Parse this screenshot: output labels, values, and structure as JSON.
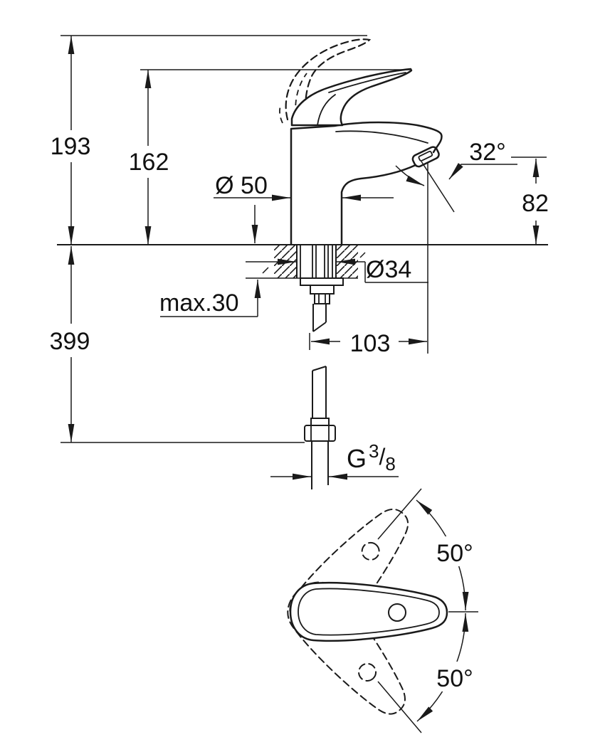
{
  "drawing": {
    "type": "technical-dimension-drawing",
    "subject": "single-lever basin mixer faucet, side view with mounting section and plan view of lever swivel",
    "colors": {
      "line": "#1a1a1a",
      "text": "#111111",
      "background": "#ffffff"
    },
    "labels": {
      "total_height": "193",
      "height_to_lever": "162",
      "base_diameter": "Ø 50",
      "spout_angle": "32°",
      "spout_outlet_height": "82",
      "mounting_hole_diameter": "Ø34",
      "max_counter_thickness": "max.30",
      "supply_hose_length": "399",
      "spout_projection": "103",
      "thread_g": "G",
      "thread_numerator": "3",
      "thread_slash": "/",
      "thread_denominator": "8",
      "swivel_angle_upper": "50°",
      "swivel_angle_lower": "50°"
    }
  }
}
